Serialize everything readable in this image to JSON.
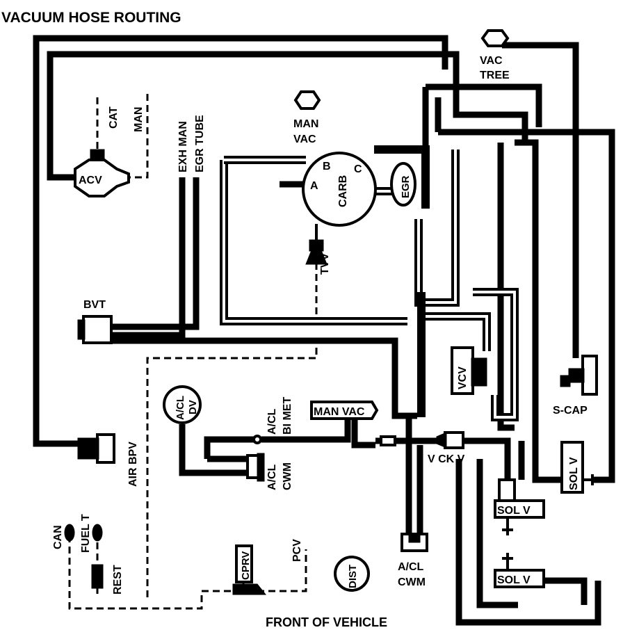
{
  "title": "VACUUM HOSE ROUTING",
  "footer": "FRONT OF VEHICLE",
  "labels": {
    "vac_tree_1": "VAC",
    "vac_tree_2": "TREE",
    "man_vac_1": "MAN",
    "man_vac_2": "VAC",
    "cat": "CAT",
    "man": "MAN",
    "exh_man": "EXH MAN",
    "egr_tube": "EGR TUBE",
    "acv": "ACV",
    "carb": "CARB",
    "port_a": "A",
    "port_b": "B",
    "port_c": "C",
    "egr": "EGR",
    "tvv": "TVV",
    "bvt": "BVT",
    "vcv": "VCV",
    "s_cap": "S-CAP",
    "acl_dv_1": "A/CL",
    "acl_dv_2": "DV",
    "acl_bimet_1": "A/CL",
    "acl_bimet_2": "BI MET",
    "man_vac_box": "MAN VAC",
    "acl_cwm_1": "A/CL",
    "acl_cwm_2": "CWM",
    "v_ck_v": "V CK V",
    "air_bpv": "AIR BPV",
    "sol_v_right": "SOL V",
    "sol_v_mid": "SOL V",
    "sol_v_bottom": "SOL V",
    "acl_cwm_bottom_1": "A/CL",
    "acl_cwm_bottom_2": "CWM",
    "can": "CAN",
    "fuel_t": "FUEL T",
    "rest": "REST",
    "cprv": "CPRV",
    "pcv": "PCV",
    "dist": "DIST"
  },
  "colors": {
    "line": "#000000",
    "background": "#ffffff"
  }
}
